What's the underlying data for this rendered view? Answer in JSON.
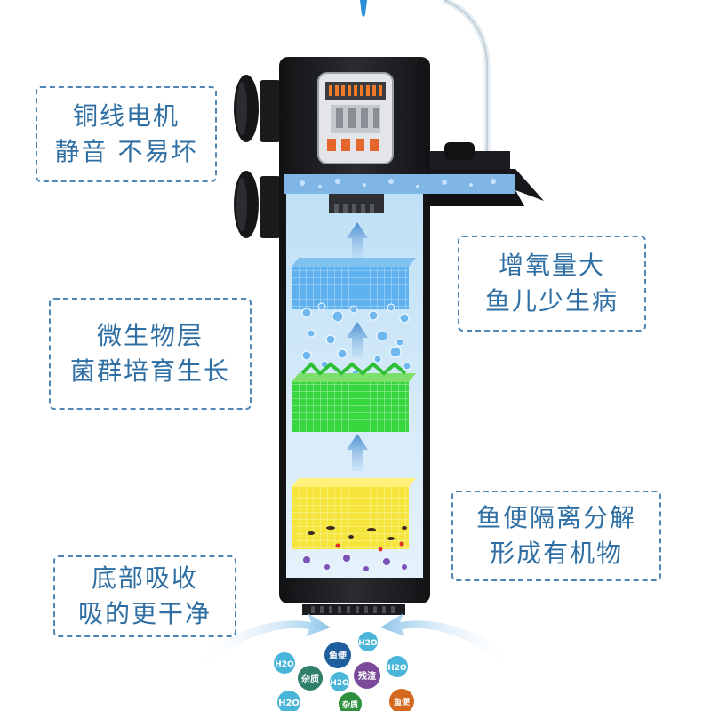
{
  "callouts": {
    "motor": {
      "line1": "铜线电机",
      "line2": "静音 不易坏"
    },
    "oxygen": {
      "line1": "增氧量大",
      "line2": "鱼儿少生病"
    },
    "bio": {
      "line1": "微生物层",
      "line2": "菌群培育生长"
    },
    "waste": {
      "line1": "鱼便隔离分解",
      "line2": "形成有机物"
    },
    "bottom": {
      "line1": "底部吸收",
      "line2": "吸的更干净"
    }
  },
  "particles": [
    {
      "label": "H2O",
      "color": "#49b6d9"
    },
    {
      "label": "鱼便",
      "color": "#1f5e9c"
    },
    {
      "label": "H2O",
      "color": "#49b6d9"
    },
    {
      "label": "杂质",
      "color": "#2f7f6b"
    },
    {
      "label": "H2O",
      "color": "#49b6d9"
    },
    {
      "label": "残渣",
      "color": "#7b4a9a"
    },
    {
      "label": "H2O",
      "color": "#49b6d9"
    },
    {
      "label": "H2O",
      "color": "#49b6d9"
    },
    {
      "label": "杂质",
      "color": "#2e8f3e"
    },
    {
      "label": "鱼便",
      "color": "#d2691e"
    }
  ],
  "colors": {
    "accent": "#4f86b8",
    "body": "#1e1f22",
    "water": "#cfe6f7"
  }
}
